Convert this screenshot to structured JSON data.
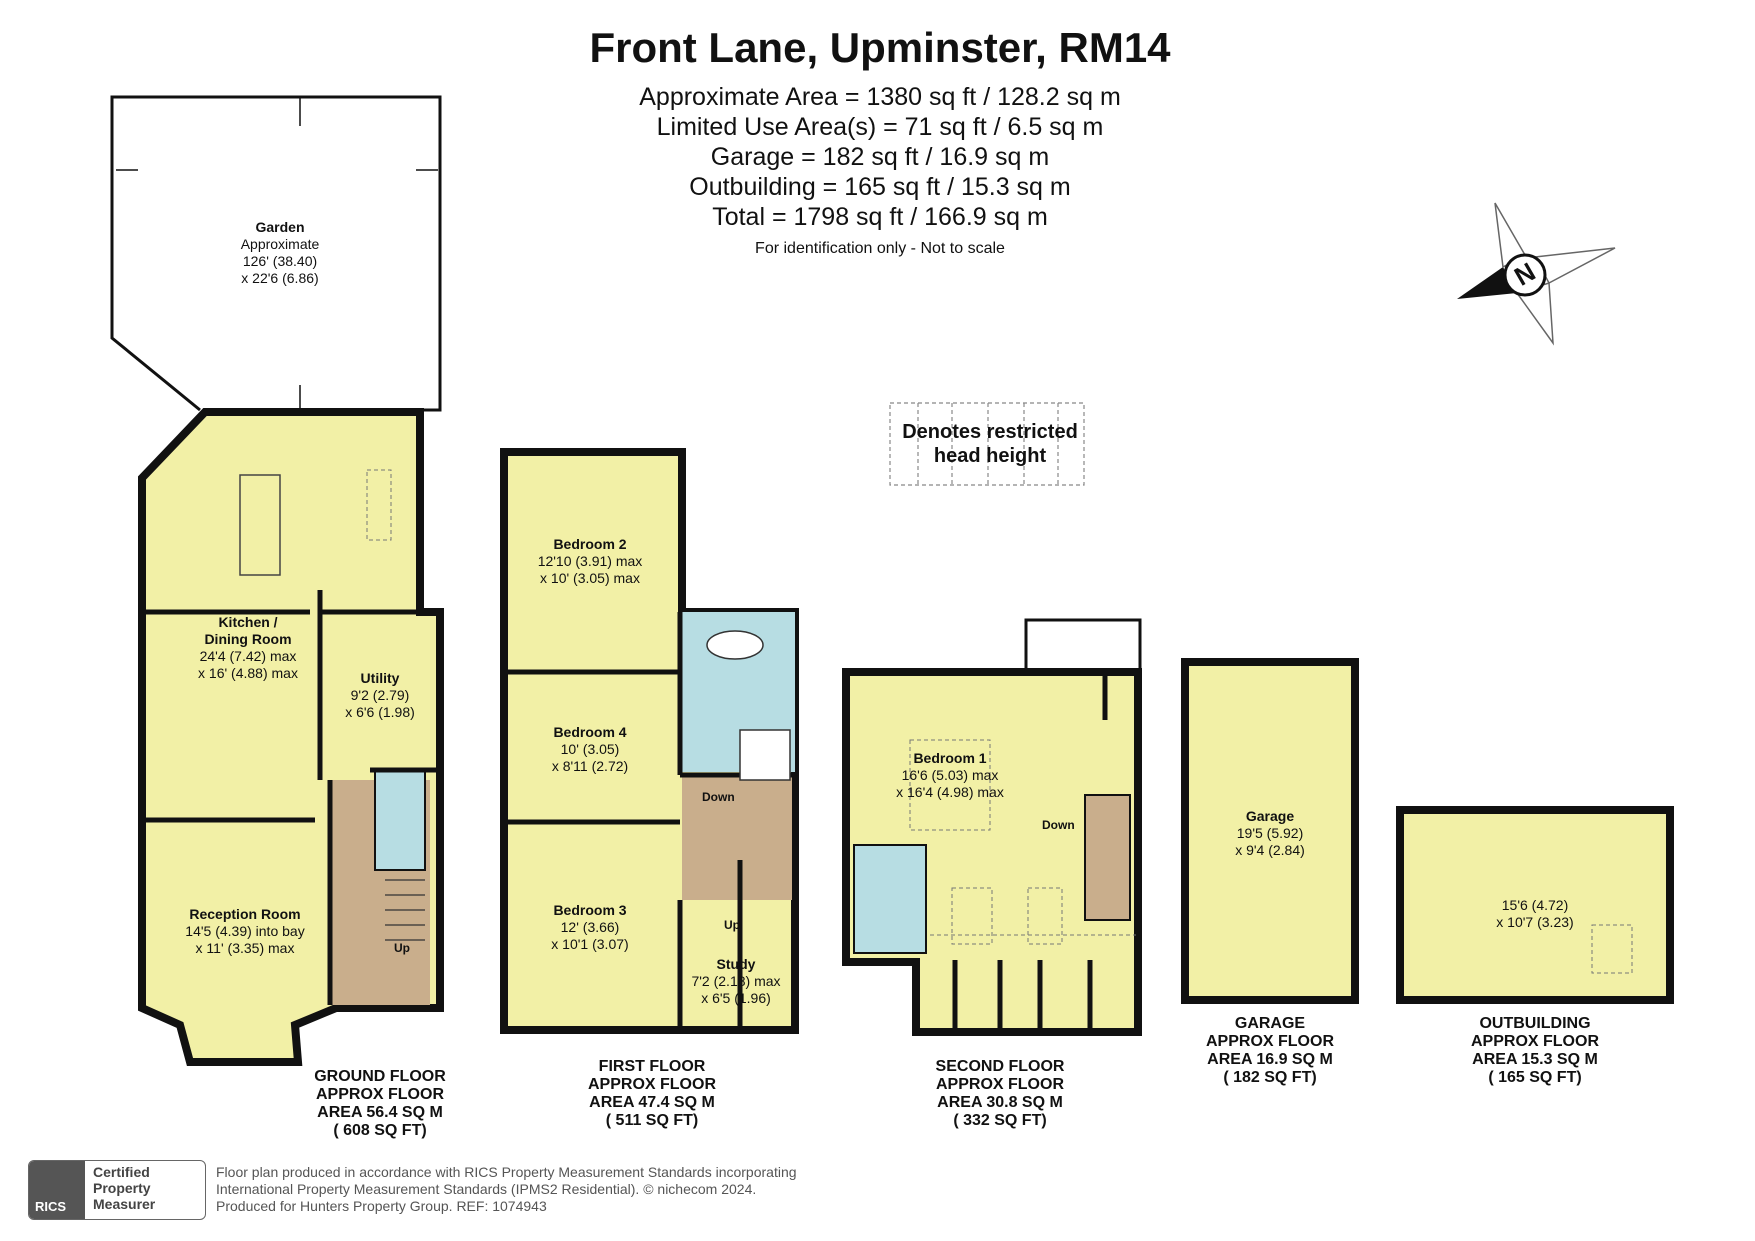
{
  "header": {
    "title": "Front Lane, Upminster, RM14",
    "area_lines": [
      "Approximate Area = 1380 sq ft / 128.2 sq m",
      "Limited Use Area(s) = 71 sq ft / 6.5 sq m",
      "Garage = 182 sq ft / 16.9 sq m",
      "Outbuilding = 165 sq ft / 15.3 sq m",
      "Total = 1798 sq ft / 166.9 sq m"
    ],
    "disclaimer": "For identification only - Not to scale"
  },
  "compass": {
    "letter": "N"
  },
  "legend": {
    "line1": "Denotes restricted",
    "line2": "head height"
  },
  "colors": {
    "room_fill": "#f2f0a6",
    "bath_fill": "#b7dde3",
    "stair_fill": "#c9ae8c",
    "wall": "#111111"
  },
  "rooms": {
    "garden": {
      "name": "Garden",
      "l1": "Approximate",
      "l2": "126' (38.40)",
      "l3": "x 22'6 (6.86)"
    },
    "kitchen": {
      "name1": "Kitchen /",
      "name2": "Dining Room",
      "l1": "24'4 (7.42) max",
      "l2": "x 16' (4.88) max"
    },
    "utility": {
      "name": "Utility",
      "l1": "9'2 (2.79)",
      "l2": "x 6'6 (1.98)"
    },
    "reception": {
      "name": "Reception Room",
      "l1": "14'5 (4.39) into bay",
      "l2": "x 11' (3.35) max"
    },
    "bedroom2": {
      "name": "Bedroom 2",
      "l1": "12'10 (3.91) max",
      "l2": "x 10' (3.05) max"
    },
    "bedroom4": {
      "name": "Bedroom 4",
      "l1": "10' (3.05)",
      "l2": "x 8'11 (2.72)"
    },
    "bedroom3": {
      "name": "Bedroom 3",
      "l1": "12' (3.66)",
      "l2": "x 10'1 (3.07)"
    },
    "study": {
      "name": "Study",
      "l1": "7'2 (2.18) max",
      "l2": "x 6'5 (1.96)"
    },
    "bedroom1": {
      "name": "Bedroom 1",
      "l1": "16'6 (5.03) max",
      "l2": "x 16'4 (4.98) max"
    },
    "garage": {
      "name": "Garage",
      "l1": "19'5 (5.92)",
      "l2": "x 9'4 (2.84)"
    },
    "outbuilding": {
      "l1": "15'6 (4.72)",
      "l2": "x 10'7 (3.23)"
    }
  },
  "stairs": {
    "up": "Up",
    "down": "Down"
  },
  "floors": {
    "ground": [
      "GROUND FLOOR",
      "APPROX FLOOR",
      "AREA 56.4 SQ M",
      "( 608 SQ FT)"
    ],
    "first": [
      "FIRST FLOOR",
      "APPROX FLOOR",
      "AREA 47.4 SQ M",
      "( 511 SQ FT)"
    ],
    "second": [
      "SECOND FLOOR",
      "APPROX FLOOR",
      "AREA 30.8 SQ M",
      "( 332 SQ FT)"
    ],
    "garage": [
      "GARAGE",
      "APPROX FLOOR",
      "AREA 16.9 SQ M",
      "( 182 SQ FT)"
    ],
    "outbuilding": [
      "OUTBUILDING",
      "APPROX FLOOR",
      "AREA 15.3 SQ M",
      "( 165 SQ FT)"
    ]
  },
  "footer": {
    "line1": "Floor plan produced in accordance with RICS Property Measurement Standards incorporating",
    "line2": "International Property Measurement Standards (IPMS2 Residential).   © nichecom 2024.",
    "line3": "Produced for Hunters Property Group. REF: 1074943"
  },
  "badge": {
    "org": "RICS",
    "l1": "Certified",
    "l2": "Property",
    "l3": "Measurer"
  }
}
